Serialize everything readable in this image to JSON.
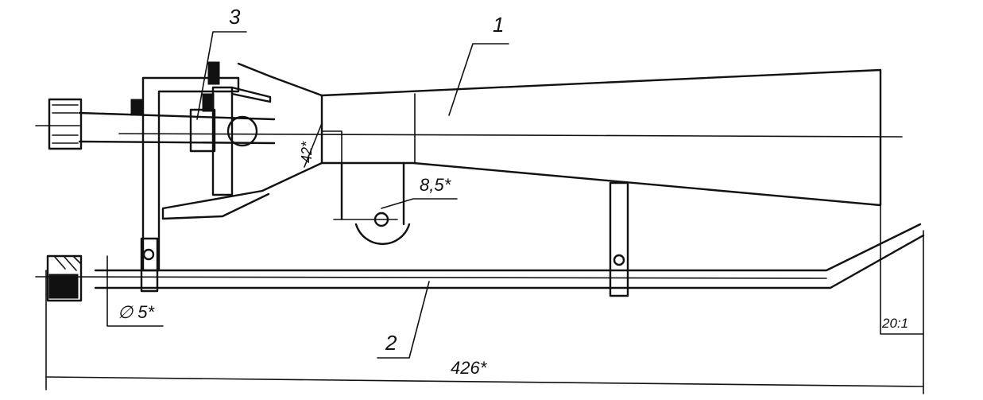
{
  "drawing": {
    "callouts": {
      "part_1": "1",
      "part_2": "2",
      "part_3": "3"
    },
    "dimensions": {
      "overall_length": "426*",
      "throat_height": "42*",
      "hole_offset": "8,5*",
      "pipe_diameter": "∅ 5*",
      "tail_ratio": "20:1"
    },
    "colors": {
      "ink": "#111111",
      "paper": "#ffffff"
    }
  }
}
